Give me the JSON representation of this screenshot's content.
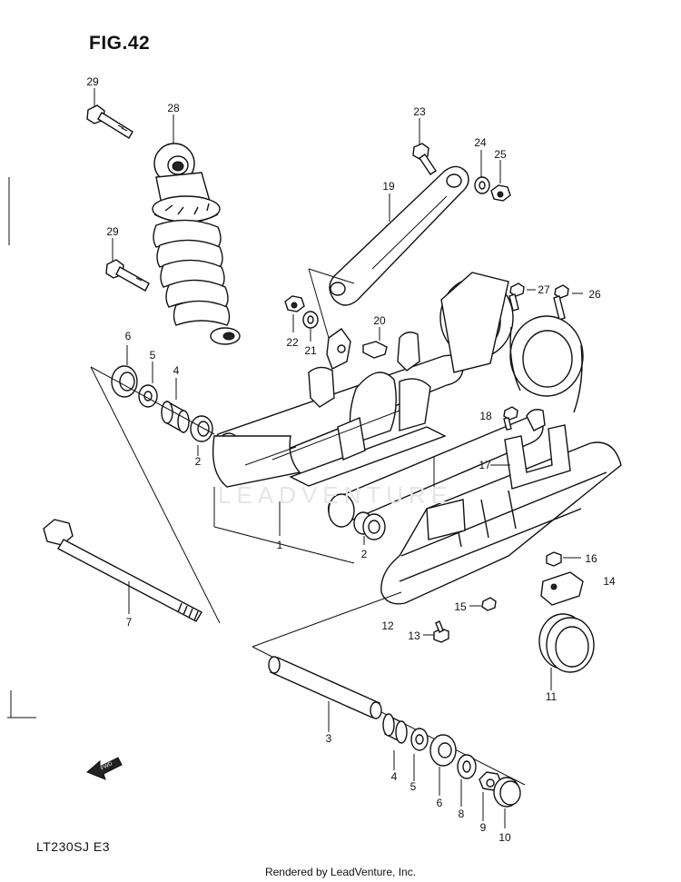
{
  "figure": {
    "title": "FIG.42",
    "model_code": "LT230SJ  E3",
    "credit": "Rendered by LeadVenture, Inc.",
    "watermark": "LEADVENTURE",
    "fwd_label": "FWD"
  },
  "callouts": [
    {
      "id": "c29a",
      "label": "29"
    },
    {
      "id": "c28",
      "label": "28"
    },
    {
      "id": "c29b",
      "label": "29"
    },
    {
      "id": "c23",
      "label": "23"
    },
    {
      "id": "c24",
      "label": "24"
    },
    {
      "id": "c25",
      "label": "25"
    },
    {
      "id": "c19",
      "label": "19"
    },
    {
      "id": "c27",
      "label": "27"
    },
    {
      "id": "c26",
      "label": "26"
    },
    {
      "id": "c20",
      "label": "20"
    },
    {
      "id": "c22",
      "label": "22"
    },
    {
      "id": "c21",
      "label": "21"
    },
    {
      "id": "c6a",
      "label": "6"
    },
    {
      "id": "c5a",
      "label": "5"
    },
    {
      "id": "c4a",
      "label": "4"
    },
    {
      "id": "c2a",
      "label": "2"
    },
    {
      "id": "c18",
      "label": "18"
    },
    {
      "id": "c17",
      "label": "17"
    },
    {
      "id": "c1",
      "label": "1"
    },
    {
      "id": "c2b",
      "label": "2"
    },
    {
      "id": "c16",
      "label": "16"
    },
    {
      "id": "c14",
      "label": "14"
    },
    {
      "id": "c15",
      "label": "15"
    },
    {
      "id": "c12",
      "label": "12"
    },
    {
      "id": "c13",
      "label": "13"
    },
    {
      "id": "c7",
      "label": "7"
    },
    {
      "id": "c11",
      "label": "11"
    },
    {
      "id": "c3",
      "label": "3"
    },
    {
      "id": "c4b",
      "label": "4"
    },
    {
      "id": "c5b",
      "label": "5"
    },
    {
      "id": "c6b",
      "label": "6"
    },
    {
      "id": "c8",
      "label": "8"
    },
    {
      "id": "c9",
      "label": "9"
    },
    {
      "id": "c10",
      "label": "10"
    }
  ]
}
